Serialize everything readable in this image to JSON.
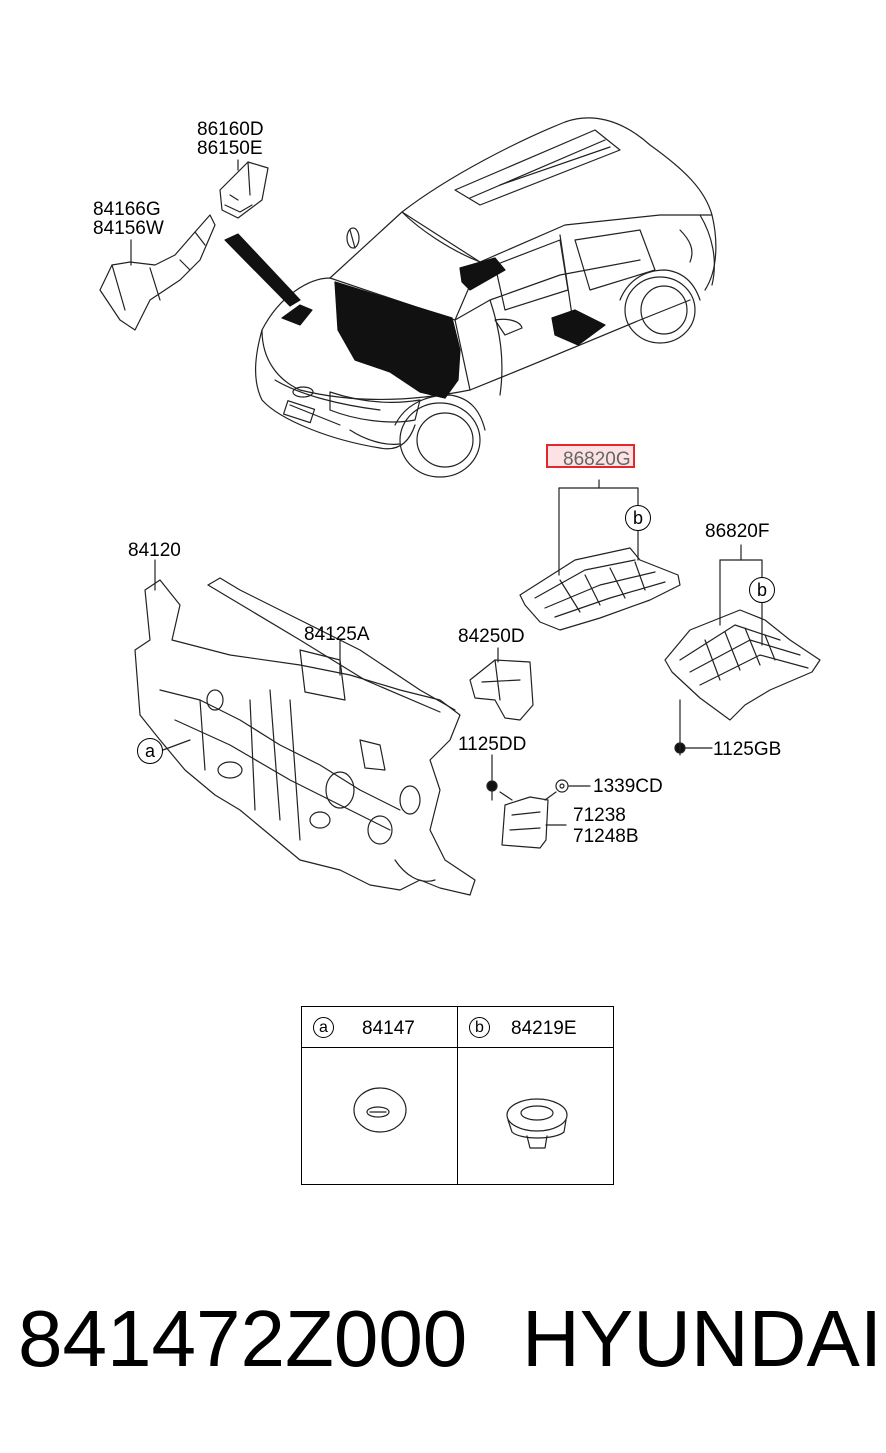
{
  "labels": {
    "p86160D": "86160D",
    "p86150E": "86150E",
    "p84166G": "84166G",
    "p84156W": "84156W",
    "p86820G": "86820G",
    "p86820F": "86820F",
    "p84120": "84120",
    "p84125A": "84125A",
    "p84250D": "84250D",
    "p1125DD": "1125DD",
    "p1125GB": "1125GB",
    "p1339CD": "1339CD",
    "p71238": "71238",
    "p71248B": "71248B"
  },
  "callouts": {
    "a": "a",
    "b1": "b",
    "b2": "b"
  },
  "legend": {
    "a_letter": "a",
    "a_part": "84147",
    "b_letter": "b",
    "b_part": "84219E"
  },
  "footer": {
    "part_number": "841472Z000",
    "brand": "HYUNDAI"
  },
  "highlight_color": "#e0282e"
}
